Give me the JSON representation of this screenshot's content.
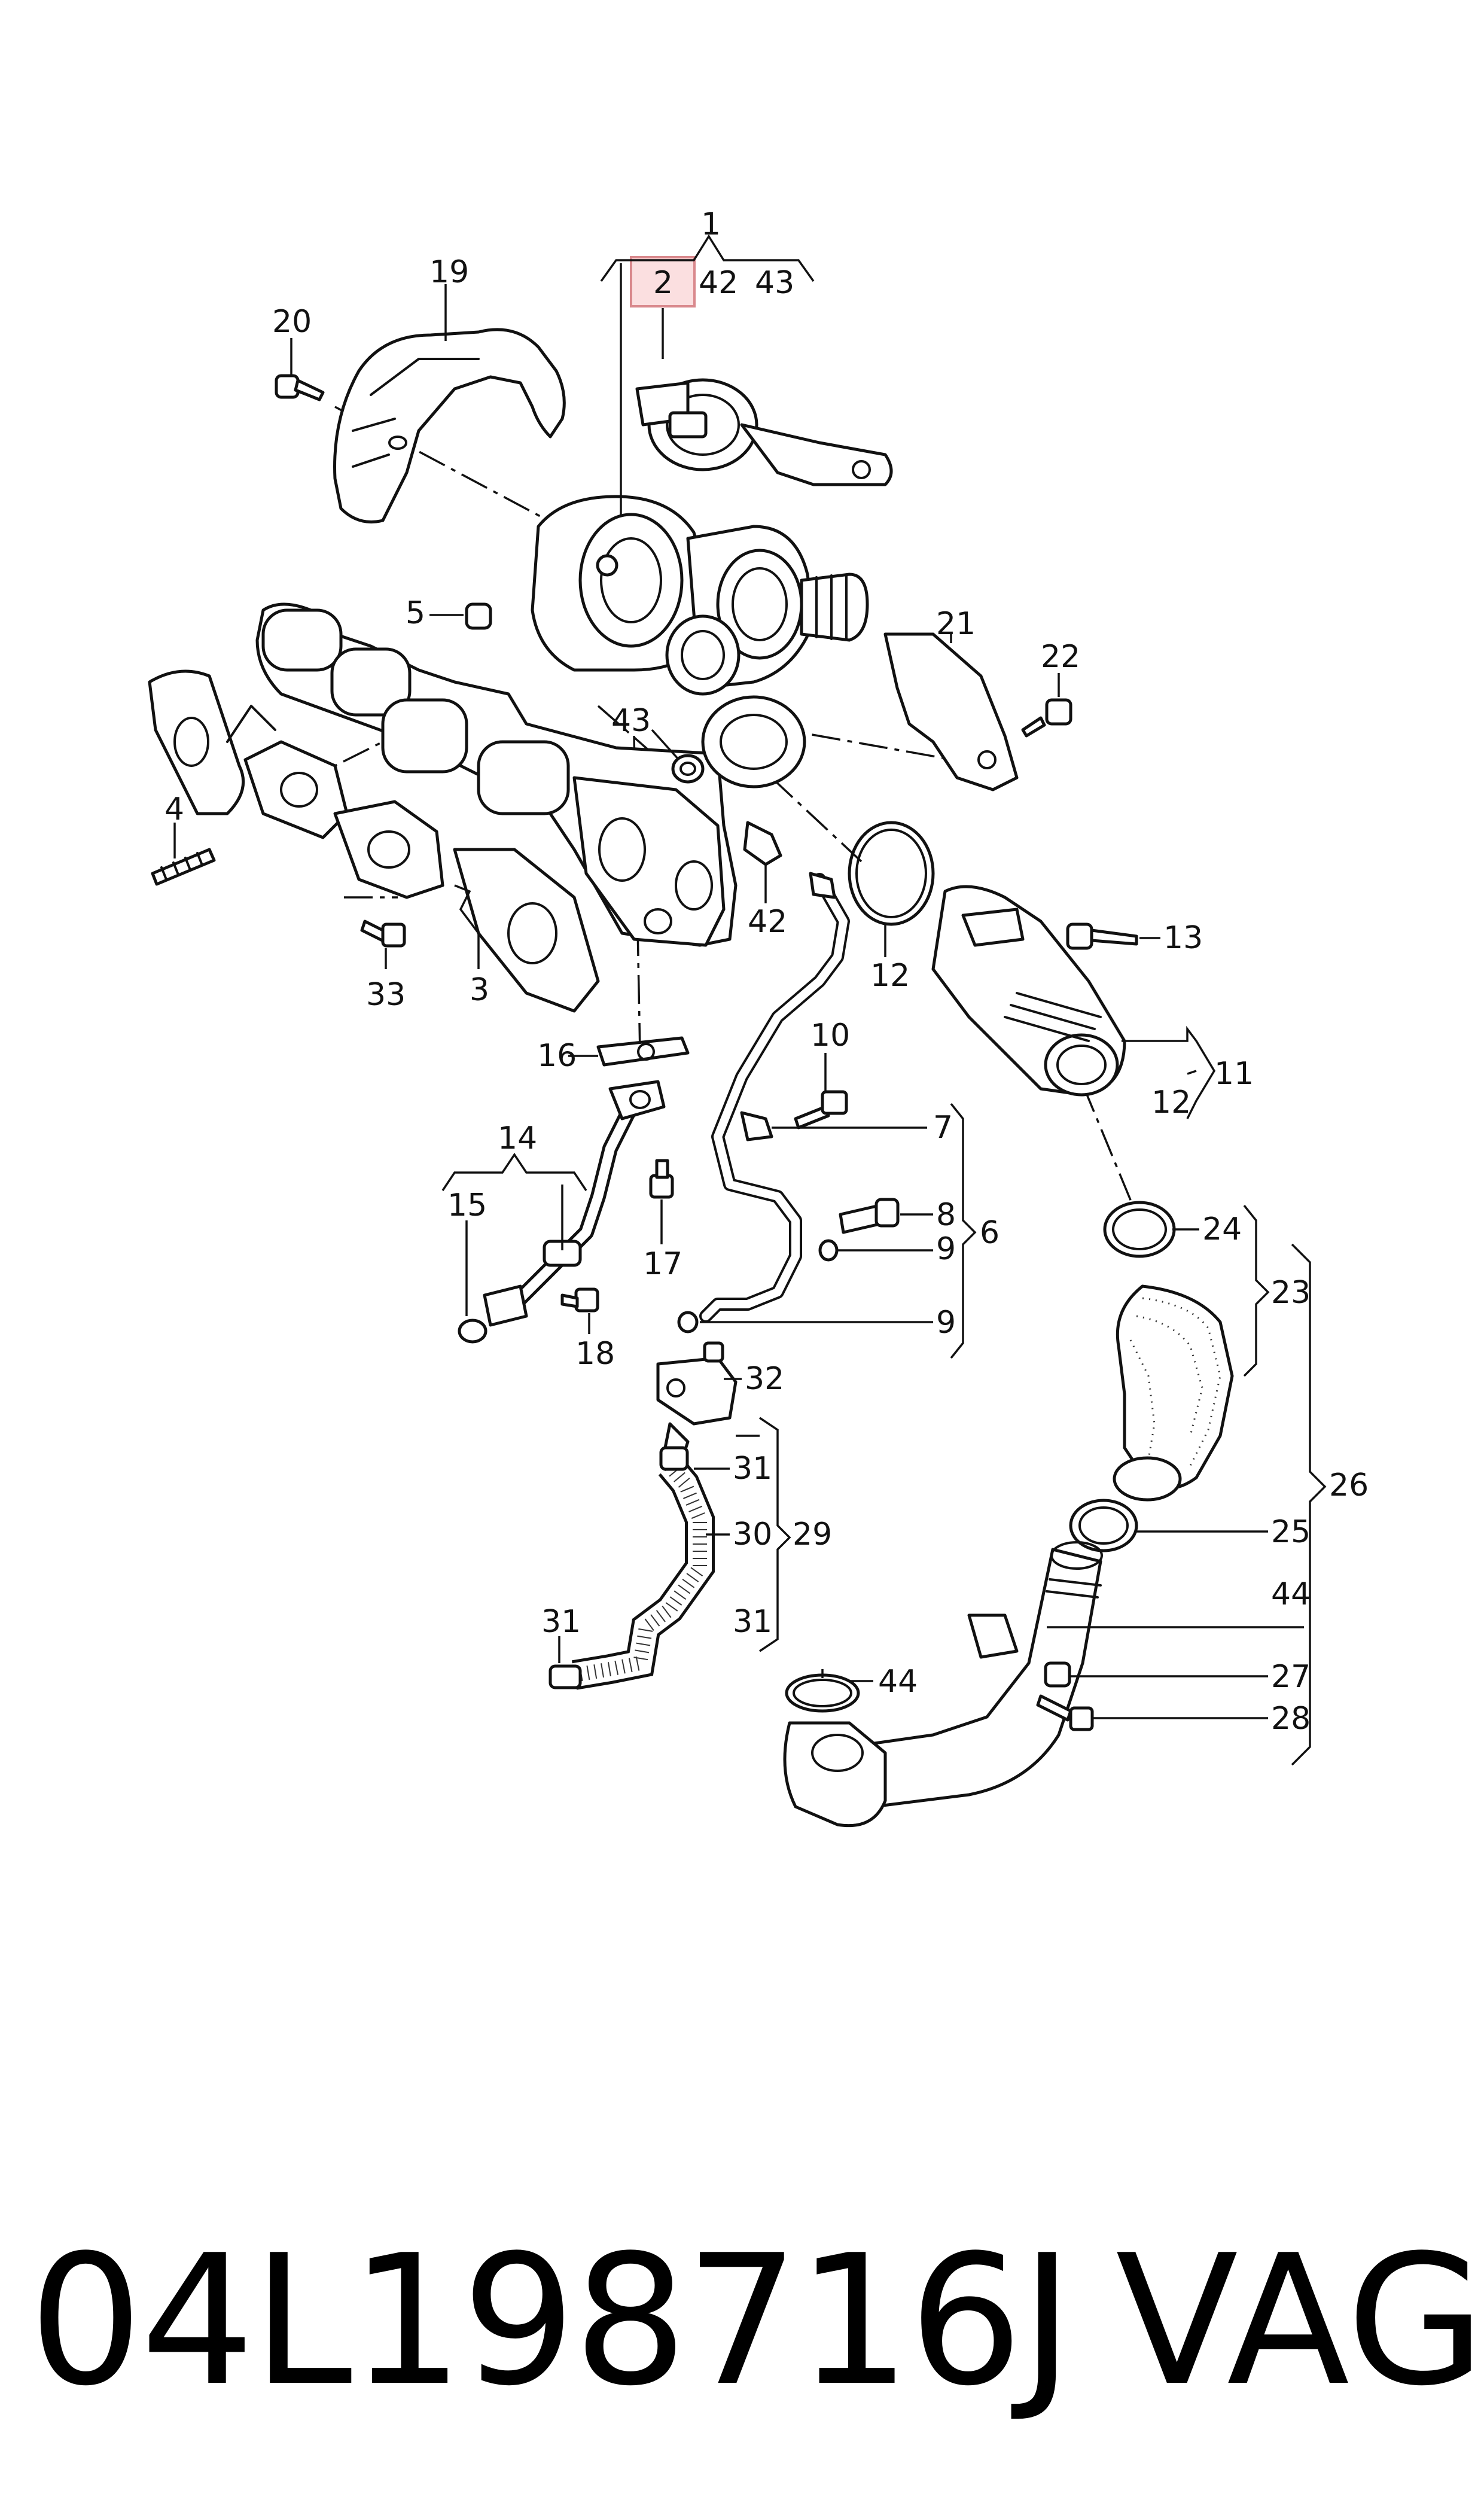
{
  "diagram": {
    "callouts": [
      "1",
      "2",
      "42",
      "43",
      "19",
      "20",
      "5",
      "4",
      "3",
      "33",
      "43",
      "42",
      "12",
      "21",
      "22",
      "13",
      "11",
      "12",
      "16",
      "10",
      "7",
      "14",
      "15",
      "17",
      "8",
      "9",
      "6",
      "9",
      "18",
      "24",
      "23",
      "32",
      "31",
      "30",
      "29",
      "31",
      "31",
      "26",
      "25",
      "44",
      "27",
      "44",
      "28"
    ],
    "highlighted_callout": "2",
    "highlight_color": "#fbdfe0"
  },
  "footer": {
    "part_number": "04L198716J",
    "brand": "VAG"
  }
}
